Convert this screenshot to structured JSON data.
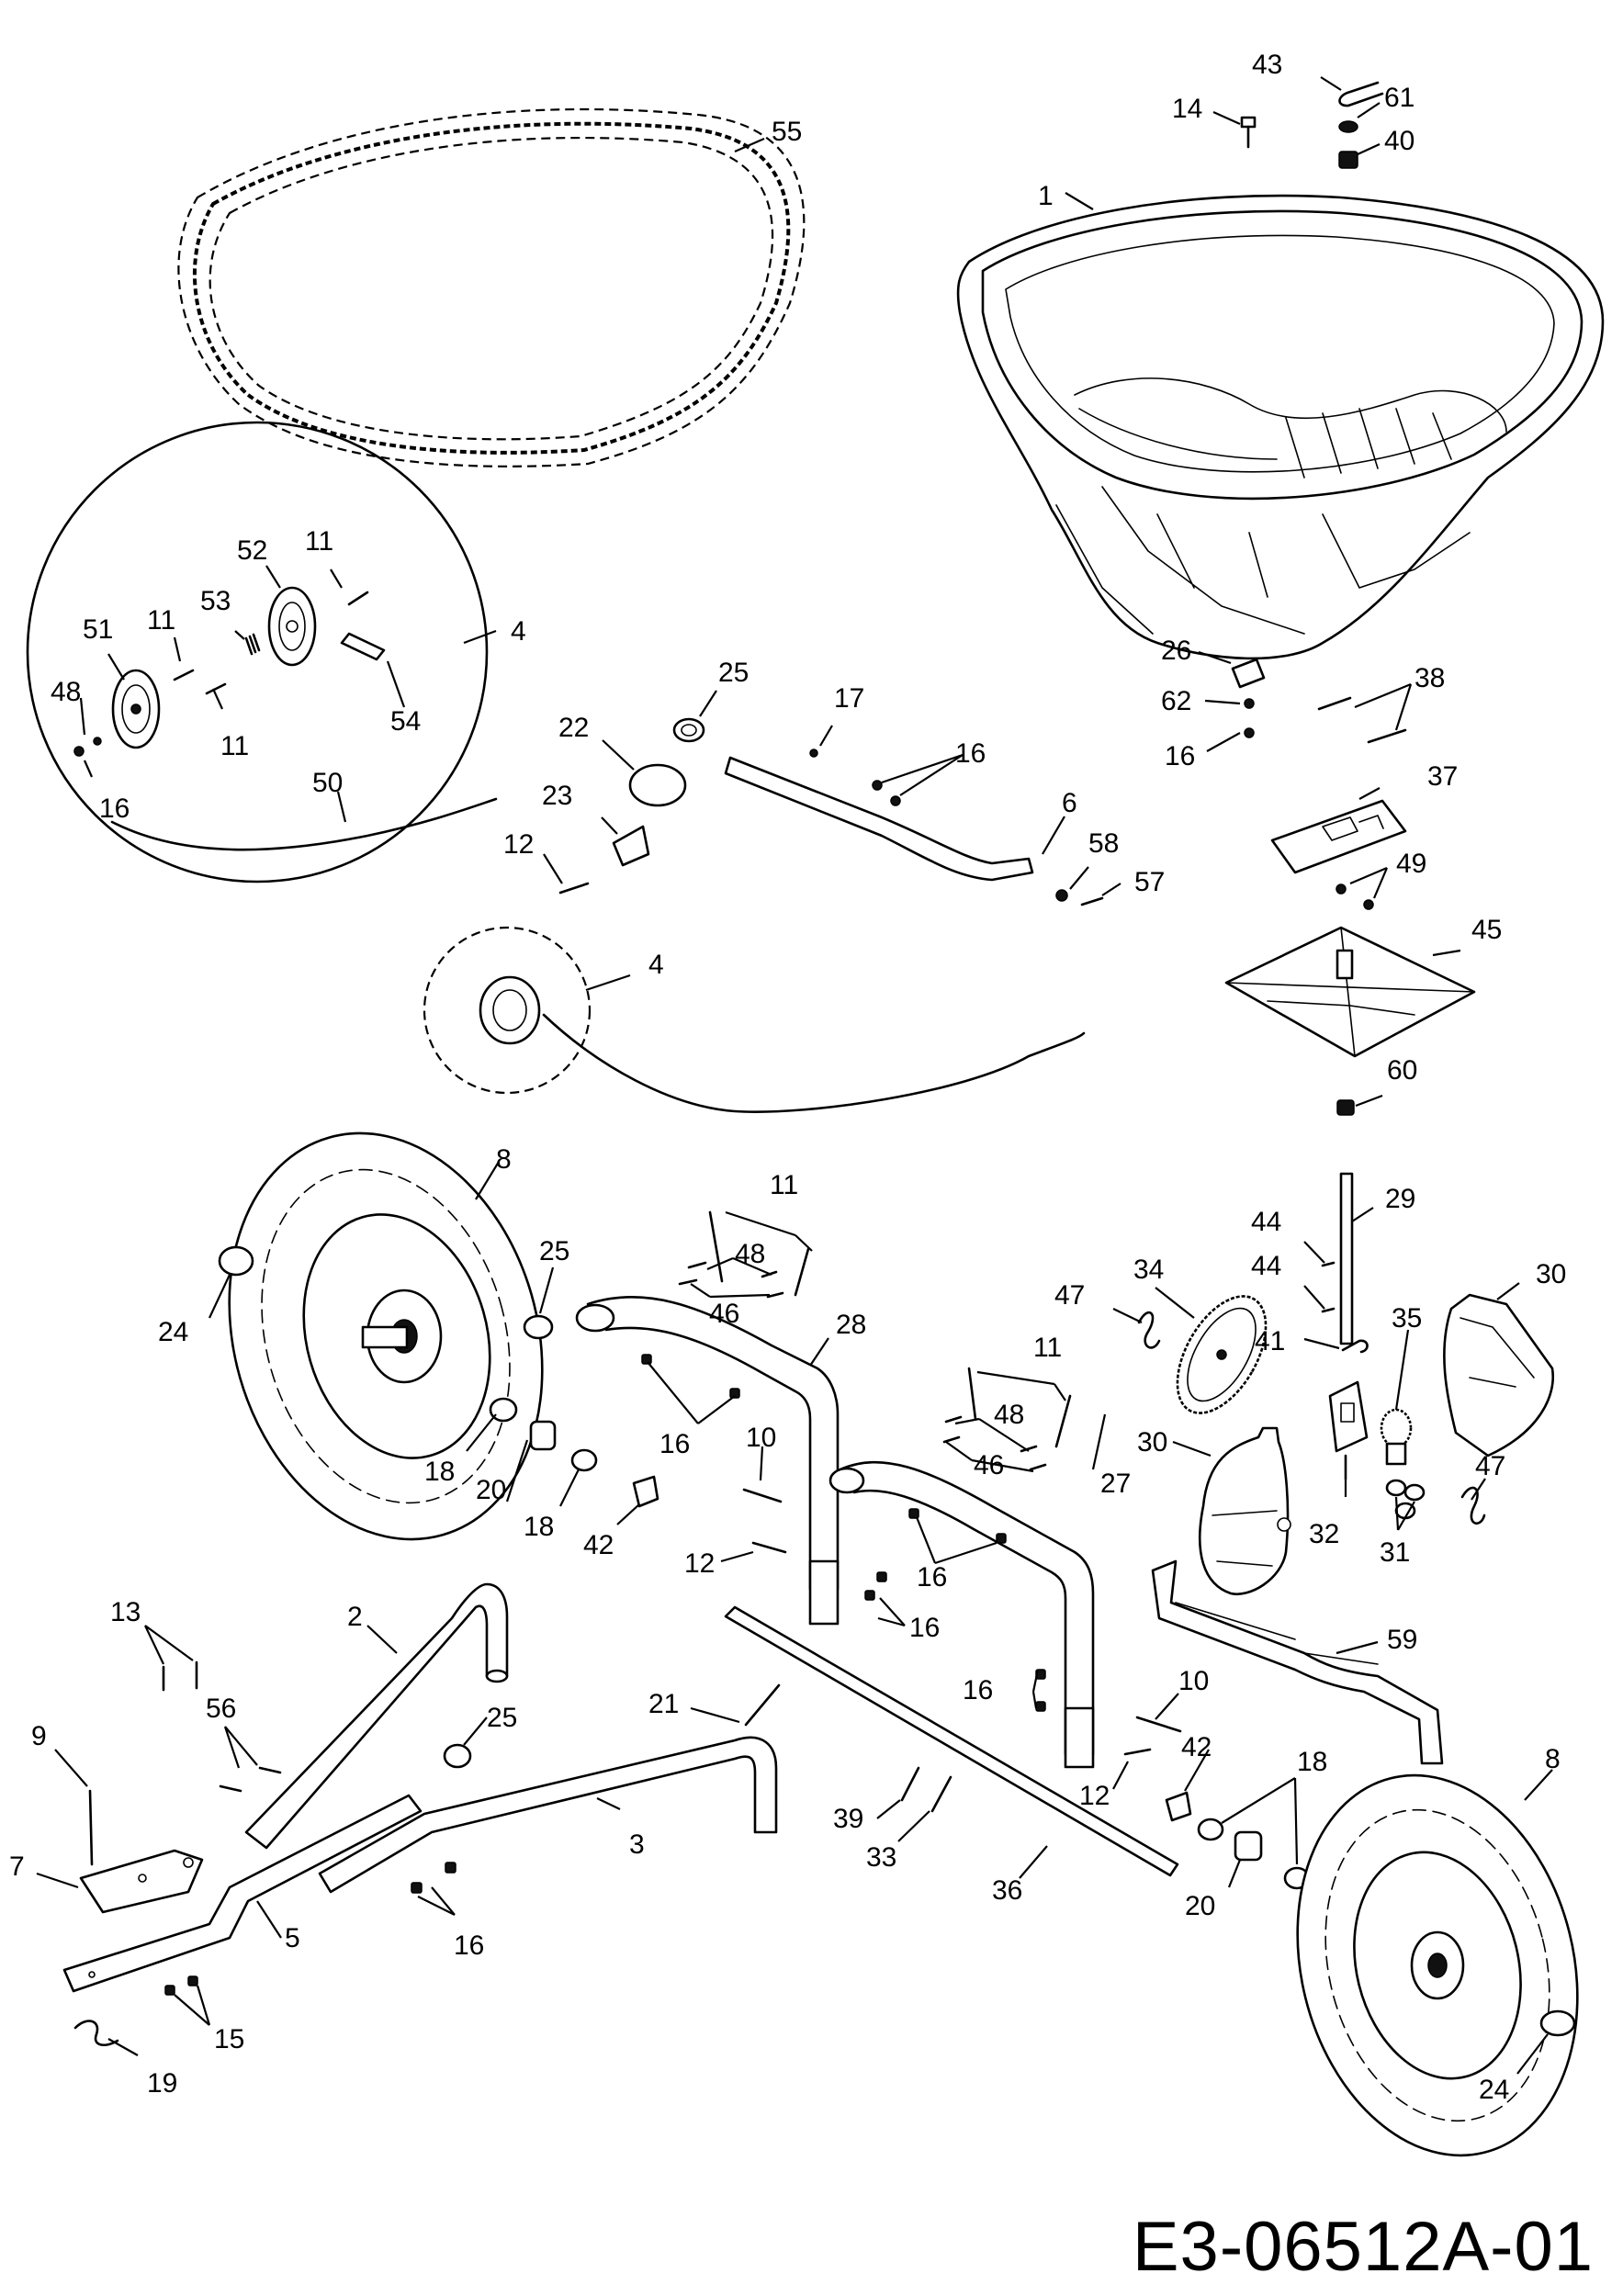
{
  "document_code": "E3-06512A-01",
  "callouts": [
    {
      "id": "c-43",
      "label": "43"
    },
    {
      "id": "c-14",
      "label": "14"
    },
    {
      "id": "c-61",
      "label": "61"
    },
    {
      "id": "c-40",
      "label": "40"
    },
    {
      "id": "c-55",
      "label": "55"
    },
    {
      "id": "c-1",
      "label": "1"
    },
    {
      "id": "c-52",
      "label": "52"
    },
    {
      "id": "c-11a",
      "label": "11"
    },
    {
      "id": "c-53",
      "label": "53"
    },
    {
      "id": "c-11b",
      "label": "11"
    },
    {
      "id": "c-51",
      "label": "51"
    },
    {
      "id": "c-4a",
      "label": "4"
    },
    {
      "id": "c-48a",
      "label": "48"
    },
    {
      "id": "c-11c",
      "label": "11"
    },
    {
      "id": "c-54",
      "label": "54"
    },
    {
      "id": "c-16a",
      "label": "16"
    },
    {
      "id": "c-50",
      "label": "50"
    },
    {
      "id": "c-25a",
      "label": "25"
    },
    {
      "id": "c-26",
      "label": "26"
    },
    {
      "id": "c-38",
      "label": "38"
    },
    {
      "id": "c-22",
      "label": "22"
    },
    {
      "id": "c-17",
      "label": "17"
    },
    {
      "id": "c-62",
      "label": "62"
    },
    {
      "id": "c-16b",
      "label": "16"
    },
    {
      "id": "c-16c",
      "label": "16"
    },
    {
      "id": "c-23",
      "label": "23"
    },
    {
      "id": "c-37",
      "label": "37"
    },
    {
      "id": "c-6",
      "label": "6"
    },
    {
      "id": "c-12a",
      "label": "12"
    },
    {
      "id": "c-58",
      "label": "58"
    },
    {
      "id": "c-57",
      "label": "57"
    },
    {
      "id": "c-49",
      "label": "49"
    },
    {
      "id": "c-4b",
      "label": "4"
    },
    {
      "id": "c-45",
      "label": "45"
    },
    {
      "id": "c-60",
      "label": "60"
    },
    {
      "id": "c-8a",
      "label": "8"
    },
    {
      "id": "c-11d",
      "label": "11"
    },
    {
      "id": "c-29",
      "label": "29"
    },
    {
      "id": "c-25b",
      "label": "25"
    },
    {
      "id": "c-48b",
      "label": "48"
    },
    {
      "id": "c-44a",
      "label": "44"
    },
    {
      "id": "c-44b",
      "label": "44"
    },
    {
      "id": "c-34",
      "label": "34"
    },
    {
      "id": "c-30a",
      "label": "30"
    },
    {
      "id": "c-24a",
      "label": "24"
    },
    {
      "id": "c-46a",
      "label": "46"
    },
    {
      "id": "c-47a",
      "label": "47"
    },
    {
      "id": "c-28",
      "label": "28"
    },
    {
      "id": "c-41",
      "label": "41"
    },
    {
      "id": "c-35",
      "label": "35"
    },
    {
      "id": "c-11e",
      "label": "11"
    },
    {
      "id": "c-16d",
      "label": "16"
    },
    {
      "id": "c-48c",
      "label": "48"
    },
    {
      "id": "c-30b",
      "label": "30"
    },
    {
      "id": "c-10a",
      "label": "10"
    },
    {
      "id": "c-18a",
      "label": "18"
    },
    {
      "id": "c-46b",
      "label": "46"
    },
    {
      "id": "c-20a",
      "label": "20"
    },
    {
      "id": "c-27",
      "label": "27"
    },
    {
      "id": "c-47b",
      "label": "47"
    },
    {
      "id": "c-18b",
      "label": "18"
    },
    {
      "id": "c-42a",
      "label": "42"
    },
    {
      "id": "c-32",
      "label": "32"
    },
    {
      "id": "c-31",
      "label": "31"
    },
    {
      "id": "c-12b",
      "label": "12"
    },
    {
      "id": "c-16e",
      "label": "16"
    },
    {
      "id": "c-16f",
      "label": "16"
    },
    {
      "id": "c-13",
      "label": "13"
    },
    {
      "id": "c-2",
      "label": "2"
    },
    {
      "id": "c-59",
      "label": "59"
    },
    {
      "id": "c-56",
      "label": "56"
    },
    {
      "id": "c-16g",
      "label": "16"
    },
    {
      "id": "c-10b",
      "label": "10"
    },
    {
      "id": "c-21",
      "label": "21"
    },
    {
      "id": "c-25c",
      "label": "25"
    },
    {
      "id": "c-9",
      "label": "9"
    },
    {
      "id": "c-42b",
      "label": "42"
    },
    {
      "id": "c-18c",
      "label": "18"
    },
    {
      "id": "c-8b",
      "label": "8"
    },
    {
      "id": "c-12c",
      "label": "12"
    },
    {
      "id": "c-39",
      "label": "39"
    },
    {
      "id": "c-3",
      "label": "3"
    },
    {
      "id": "c-7",
      "label": "7"
    },
    {
      "id": "c-33",
      "label": "33"
    },
    {
      "id": "c-36",
      "label": "36"
    },
    {
      "id": "c-20b",
      "label": "20"
    },
    {
      "id": "c-5",
      "label": "5"
    },
    {
      "id": "c-16h",
      "label": "16"
    },
    {
      "id": "c-15",
      "label": "15"
    },
    {
      "id": "c-24b",
      "label": "24"
    },
    {
      "id": "c-19",
      "label": "19"
    }
  ]
}
